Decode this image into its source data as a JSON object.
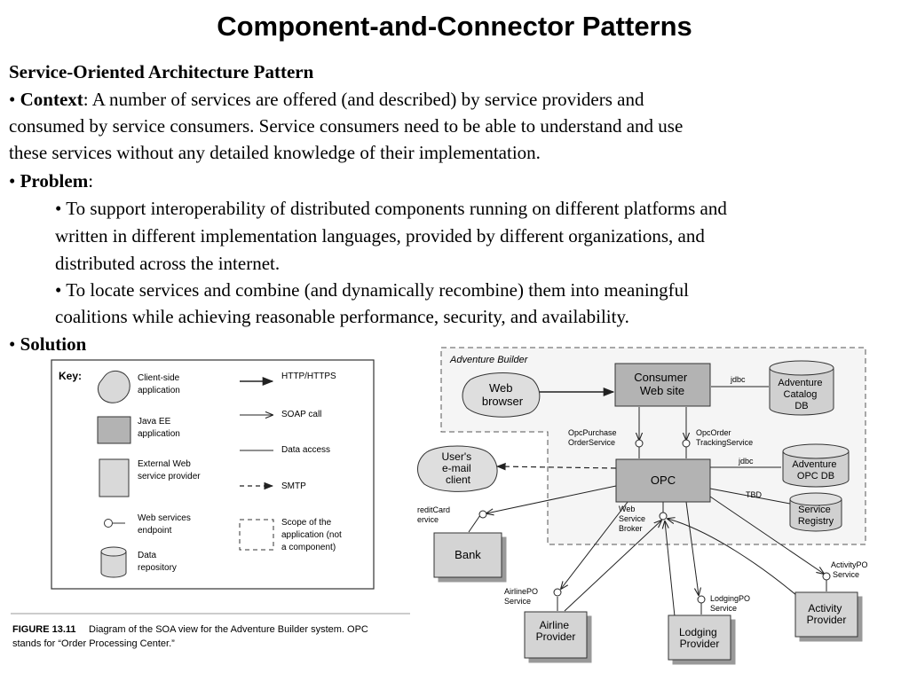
{
  "slide": {
    "title": "Component-and-Connector Patterns",
    "subtitle": "Service-Oriented Architecture Pattern",
    "bullet": "•",
    "context_label": "Context",
    "context_text": ": A number of services are offered (and described) by service providers and",
    "context_line2": "consumed by service consumers. Service consumers need to be able to understand and use",
    "context_line3": "these services without any detailed knowledge of their implementation.",
    "problem_label": "Problem",
    "colon": ":",
    "problem_items": [
      [
        "• To support interoperability of distributed components running on different platforms and",
        "written in different implementation languages, provided by different organizations, and",
        "distributed across the internet."
      ],
      [
        "• To locate services and combine (and dynamically recombine) them into meaningful",
        "coalitions while achieving reasonable performance, security, and availability."
      ]
    ],
    "solution_label": "Solution"
  },
  "key": {
    "title": "Key:",
    "client_side": [
      "Client-side",
      "application"
    ],
    "java_ee": [
      "Java EE",
      "application"
    ],
    "external": [
      "External Web",
      "service provider"
    ],
    "endpoint": [
      "Web services",
      "endpoint"
    ],
    "repository": [
      "Data",
      "repository"
    ],
    "http": "HTTP/HTTPS",
    "soap": "SOAP call",
    "data_access": "Data access",
    "smtp": "SMTP",
    "scope": [
      "Scope of the",
      "application (not",
      "a component)"
    ]
  },
  "figure": {
    "label": "FIGURE 13.11",
    "caption_line1": "Diagram of the SOA view for the Adventure Builder system. OPC",
    "caption_line2": "stands for “Order Processing Center.”"
  },
  "diagram": {
    "scope_title": "Adventure Builder",
    "consumer": [
      "Consumer",
      "Web site"
    ],
    "browser": [
      "Web",
      "browser"
    ],
    "catalog_db": [
      "Adventure",
      "Catalog",
      "DB"
    ],
    "jdbc": "jdbc",
    "opc": "OPC",
    "opc_db": [
      "Adventure",
      "OPC DB"
    ],
    "tbd": "TBD",
    "registry": [
      "Service",
      "Registry"
    ],
    "email": [
      "User's",
      "e-mail",
      "client"
    ],
    "opc_purchase": [
      "OpcPurchase",
      "OrderService"
    ],
    "opc_order": [
      "OpcOrder",
      "TrackingService"
    ],
    "broker": [
      "Web",
      "Service",
      "Broker"
    ],
    "credit": [
      "reditCard",
      "ervice"
    ],
    "bank": "Bank",
    "airline_po": [
      "AirlinePO",
      "Service"
    ],
    "airline": [
      "Airline",
      "Provider"
    ],
    "lodging_po": [
      "LodgingPO",
      "Service"
    ],
    "lodging": [
      "Lodging",
      "Provider"
    ],
    "activity_po": [
      "ActivityPO",
      "Service"
    ],
    "activity": [
      "Activity",
      "Provider"
    ]
  }
}
